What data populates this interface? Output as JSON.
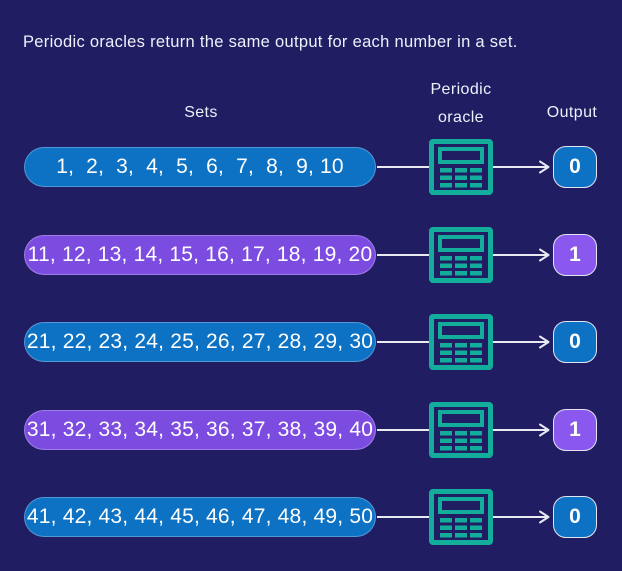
{
  "title": "Periodic oracles return the same output for each number in a set.",
  "headers": {
    "sets": "Sets",
    "oracle_line1": "Periodic",
    "oracle_line2": "oracle",
    "output": "Output"
  },
  "rows": [
    {
      "set": "1,  2,  3,  4,  5,  6,  7,  8,  9, 10",
      "output": "0",
      "variant": "blue"
    },
    {
      "set": "11, 12, 13, 14, 15, 16, 17, 18, 19, 20",
      "output": "1",
      "variant": "purple"
    },
    {
      "set": "21, 22, 23, 24, 25, 26, 27, 28, 29, 30",
      "output": "0",
      "variant": "blue"
    },
    {
      "set": "31, 32, 33, 34, 35, 36, 37, 38, 39, 40",
      "output": "1",
      "variant": "purple"
    },
    {
      "set": "41, 42, 43, 44, 45, 46, 47, 48, 49, 50",
      "output": "0",
      "variant": "blue"
    }
  ],
  "icons": {
    "oracle": "periodic-oracle-table-icon",
    "arrow": "right-arrow-icon"
  },
  "colors": {
    "background": "#211d62",
    "blue": "#0d72c4",
    "purple": "#7c4ce1",
    "purple_badge": "#8a58ee",
    "teal": "#12ad9b",
    "line": "#e9e9f2",
    "text": "#eef0fa"
  }
}
